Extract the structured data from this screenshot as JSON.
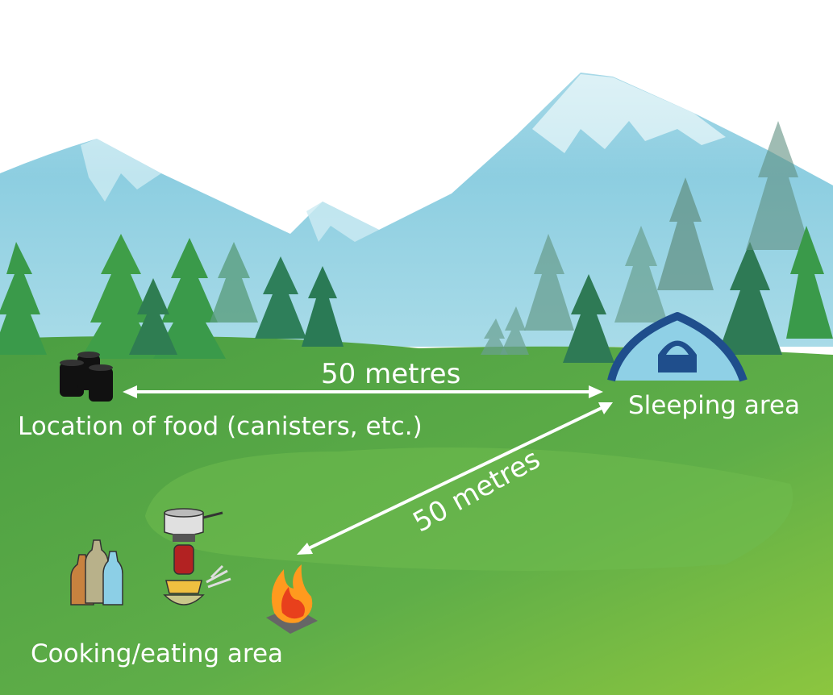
{
  "labels": {
    "food": "Location of food (canisters, etc.)",
    "sleeping": "Sleeping area",
    "cooking": "Cooking/eating area",
    "distance_food_to_sleep": "50 metres",
    "distance_cook_to_sleep": "50 metres"
  },
  "colors": {
    "grass": "#5fae48",
    "mountain": "#8fd0e0",
    "snow": "#cdebf2",
    "tent": "#1f4e8c",
    "arrow": "#ffffff",
    "text": "#ffffff"
  }
}
